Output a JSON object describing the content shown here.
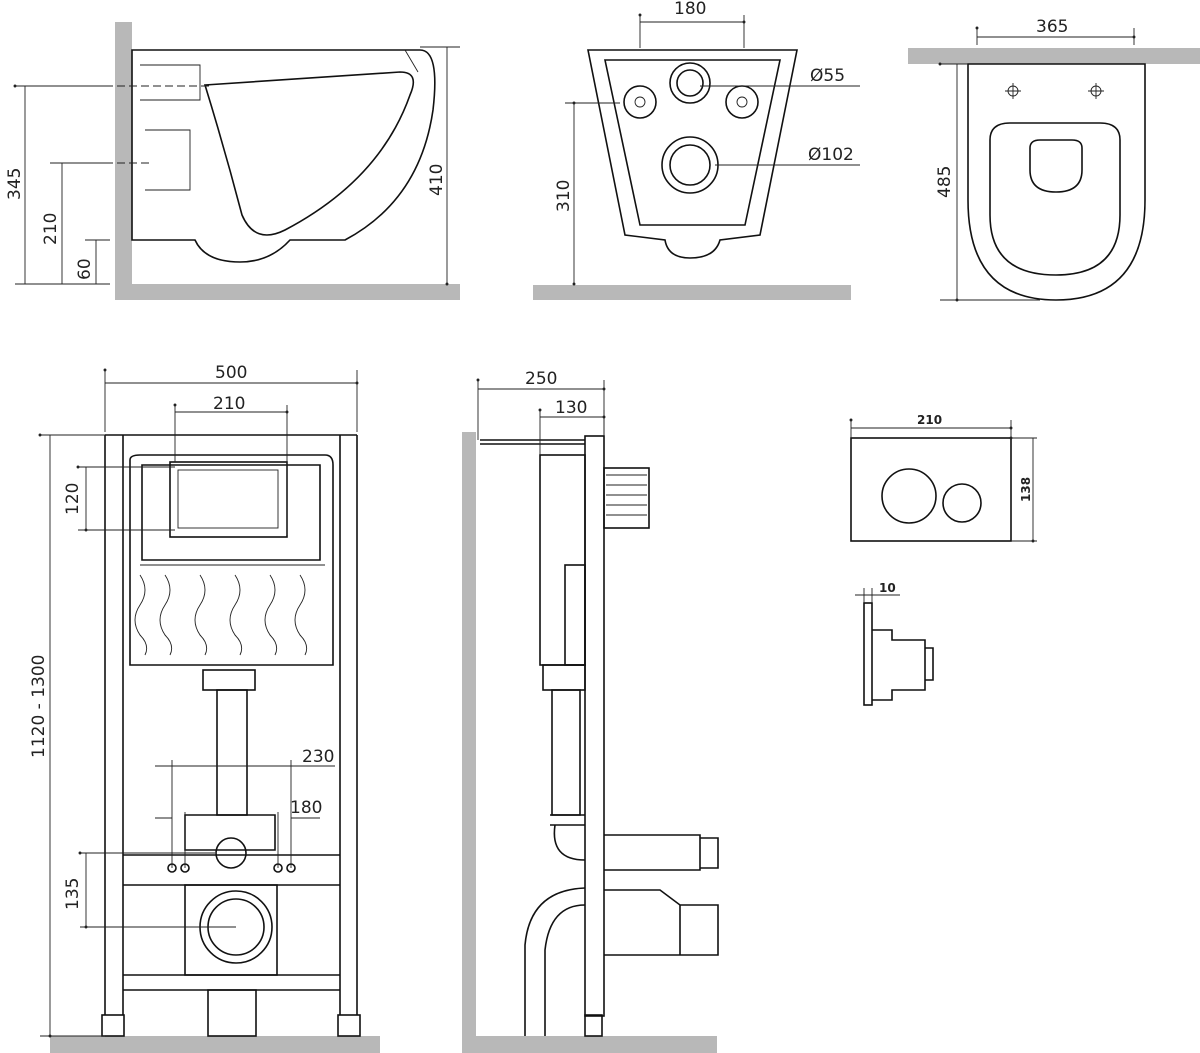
{
  "toilet_side_view": {
    "dim_height_inlet": "345",
    "dim_height_drain": "210",
    "dim_height_floor": "60",
    "dim_total_height": "410"
  },
  "toilet_back_view": {
    "dim_bolt_spacing": "180",
    "dim_inlet_diameter": "Ø55",
    "dim_outlet_diameter": "Ø102",
    "dim_outlet_height": "310"
  },
  "toilet_top_view": {
    "dim_width": "365",
    "dim_length": "485"
  },
  "frame_front_view": {
    "dim_width": "500",
    "dim_tank_opening": "210",
    "dim_tank_opening_height": "120",
    "dim_height_range": "1120 - 1300",
    "dim_bolt_outer": "230",
    "dim_bolt_inner": "180",
    "dim_drain_offset": "135"
  },
  "frame_side_view": {
    "dim_depth": "250",
    "dim_tank_depth": "130"
  },
  "flush_plate": {
    "dim_width": "210",
    "dim_height": "138",
    "dim_thickness": "10"
  }
}
